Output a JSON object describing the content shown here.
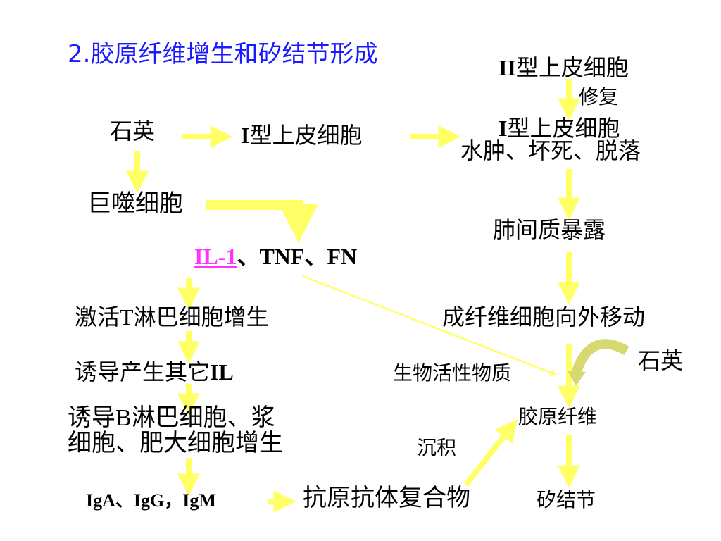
{
  "title": "2.胶原纤维增生和矽结节形成",
  "nodes": {
    "type2_cell_prefix": "II",
    "type2_cell_suffix": "型上皮细胞",
    "repair": "修复",
    "quartz_top": "石英",
    "type1_cell_mid_prefix": "I",
    "type1_cell_mid_suffix": "型上皮细胞",
    "type1_cell_right_prefix": "I",
    "type1_cell_right_suffix": "型上皮细胞",
    "edema": "水肿、坏死、脱落",
    "macrophage": "巨噬细胞",
    "il1": "IL-1",
    "tnf_fn": "、TNF、FN",
    "interstitium": "肺间质暴露",
    "activate_t_prefix": "激活",
    "activate_t_letter": "T",
    "activate_t_suffix": "淋巴细胞增生",
    "fibroblast_move": "成纤维细胞向外移动",
    "quartz_right": "石英",
    "induce_il_prefix": "诱导产生其它",
    "induce_il_letter": "IL",
    "bioactive": "生物活性物质",
    "induce_b_line1_prefix": "诱导",
    "induce_b_line1_letter": "B",
    "induce_b_line1_suffix": "淋巴细胞、浆",
    "induce_b_line2": "细胞、肥大细胞增生",
    "collagen": "胶原纤维",
    "deposit": "沉积",
    "immunoglobulins": "IgA、IgG，IgM",
    "immune_complex": "抗原抗体复合物",
    "silicotic_nodule": "矽结节"
  },
  "colors": {
    "title": "#1a1aff",
    "arrow": "#ffff66",
    "link": "#ff33ff",
    "curve": "#d8d870"
  }
}
